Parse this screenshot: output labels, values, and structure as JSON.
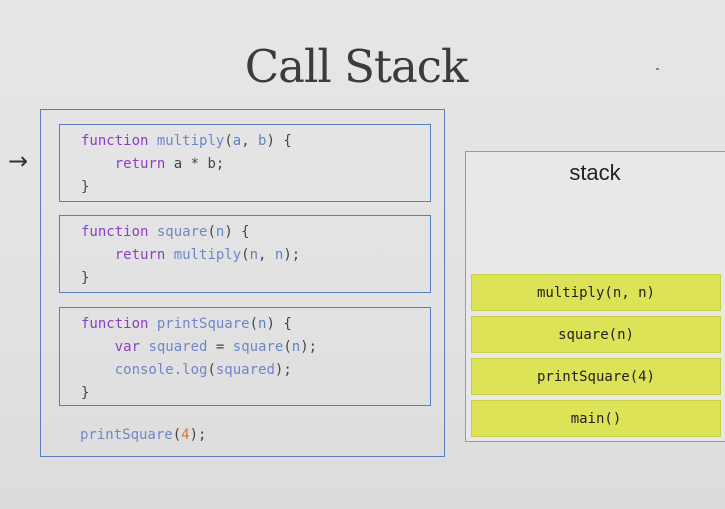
{
  "title": "Call Stack",
  "pointer": "→",
  "functions": [
    {
      "lines": [
        [
          "function ",
          "multiply",
          "(",
          "a",
          ", ",
          "b",
          ") {"
        ],
        [
          "    return ",
          "a * b",
          ";"
        ],
        [
          "}"
        ]
      ]
    }
  ],
  "code": {
    "multiply_l1_kw": "function",
    "multiply_l1_name": "multiply",
    "multiply_l1_open": "(",
    "multiply_l1_a": "a",
    "multiply_l1_sep": ", ",
    "multiply_l1_b": "b",
    "multiply_l1_close": ") {",
    "multiply_l2_kw": "return",
    "multiply_l2_expr": "a * b",
    "multiply_l2_end": ";",
    "multiply_l3": "}",
    "square_l1_kw": "function",
    "square_l1_name": "square",
    "square_l1_open": "(",
    "square_l1_n": "n",
    "square_l1_close": ") {",
    "square_l2_kw": "return",
    "square_l2_call": "multiply",
    "square_l2_open": "(",
    "square_l2_n1": "n",
    "square_l2_sep": ", ",
    "square_l2_n2": "n",
    "square_l2_end": ");",
    "square_l3": "}",
    "print_l1_kw": "function",
    "print_l1_name": "printSquare",
    "print_l1_open": "(",
    "print_l1_n": "n",
    "print_l1_close": ") {",
    "print_l2_kw": "var",
    "print_l2_var": "squared",
    "print_l2_eq": " = ",
    "print_l2_call": "square",
    "print_l2_open": "(",
    "print_l2_n": "n",
    "print_l2_end": ");",
    "print_l3_obj": "console.log",
    "print_l3_open": "(",
    "print_l3_arg": "squared",
    "print_l3_end": ");",
    "print_l4": "}",
    "call_name": "printSquare",
    "call_open": "(",
    "call_arg": "4",
    "call_end": ");"
  },
  "stack": {
    "label": "stack",
    "frames": [
      "multiply(n, n)",
      "square(n)",
      "printSquare(4)",
      "main()"
    ]
  },
  "colors": {
    "frame_fill": "#dce356",
    "block_border": "#5a7fc0",
    "keyword": "#8a3fc4"
  }
}
